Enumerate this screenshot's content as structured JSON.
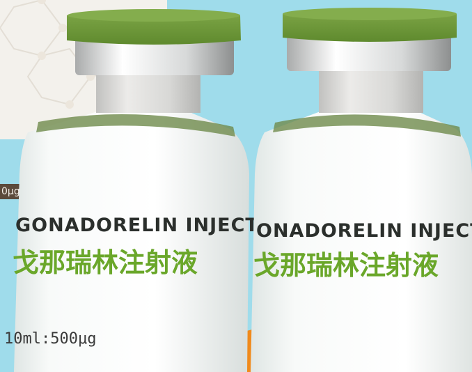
{
  "side_tag": "0μg",
  "vial_left": {
    "name_en": "GONADORELIN INJECTIO",
    "name_cn": "戈那瑞林注射液",
    "spec": "10ml:500μg"
  },
  "vial_right": {
    "name_en": "ONADORELIN INJECT",
    "name_cn": "戈那瑞林注射液"
  },
  "colors": {
    "background": "#9fdceb",
    "cap_green": "#6e9a3a",
    "label_green": "#6aa72a",
    "swoosh_orange": "#f08a1c",
    "swoosh_blue": "#2f54a8"
  }
}
